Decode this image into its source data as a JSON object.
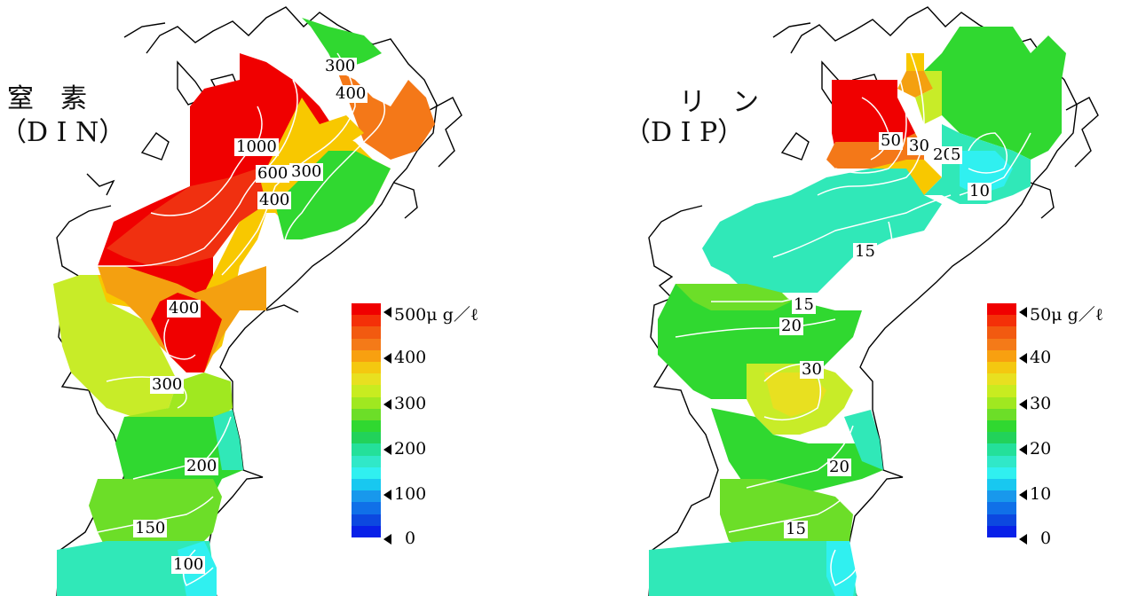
{
  "maps": [
    {
      "id": "din",
      "title_line1": "窒　素",
      "title_line2": "（D I N）",
      "contour_labels": [
        "300",
        "400",
        "1000",
        "600",
        "300",
        "400",
        "400",
        "300",
        "200",
        "150",
        "100"
      ],
      "legend": {
        "ticks": [
          "500μ g／ℓ",
          "400",
          "300",
          "200",
          "100",
          "0"
        ],
        "colors": [
          "#f00000",
          "#f43008",
          "#f25a10",
          "#f47a18",
          "#f8a010",
          "#f4c810",
          "#e8e020",
          "#c8ec20",
          "#a0e820",
          "#6cde28",
          "#30d830",
          "#22d25a",
          "#24e09a",
          "#30e8c8",
          "#30f0f0",
          "#18c8f0",
          "#1898ec",
          "#1070e8",
          "#0c48e0",
          "#0820e8"
        ]
      },
      "colors": {
        "red": "#f00000",
        "orange": "#f47818",
        "yellow": "#f8c800",
        "yellowgreen": "#c8ec28",
        "green": "#30d830",
        "teal": "#30e8b8"
      }
    },
    {
      "id": "dip",
      "title_line1": "リ　ン",
      "title_line2": "（D I P）",
      "contour_labels": [
        "50",
        "30",
        "20",
        "5",
        "10",
        "15",
        "15",
        "20",
        "30",
        "20",
        "15"
      ],
      "legend": {
        "ticks": [
          "50μ g／ℓ",
          "40",
          "30",
          "20",
          "10",
          "0"
        ],
        "colors": [
          "#f00000",
          "#f43008",
          "#f25a10",
          "#f47a18",
          "#f8a010",
          "#f4c810",
          "#e8e020",
          "#c8ec20",
          "#a0e820",
          "#6cde28",
          "#30d830",
          "#22d25a",
          "#24e09a",
          "#30e8c8",
          "#30f0f0",
          "#18c8f0",
          "#1898ec",
          "#1070e8",
          "#0c48e0",
          "#0820e8"
        ]
      },
      "colors": {
        "red": "#f00000",
        "orange": "#f47818",
        "yellow": "#f8c800",
        "green": "#30d830",
        "teal": "#30e8b8",
        "cyan": "#30f0f0"
      }
    }
  ]
}
